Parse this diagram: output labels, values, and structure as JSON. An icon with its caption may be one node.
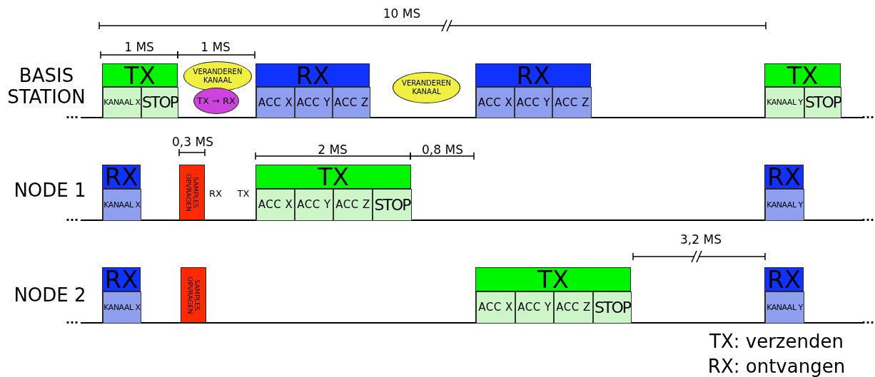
{
  "diagram": {
    "nodes": [
      {
        "text": [
          "TX"
        ]
      },
      {
        "text": [
          "KANAAL X"
        ],
        "in": 0
      },
      {
        "text": [
          "STOP"
        ],
        "in": 0
      },
      {
        "text": [
          "VERANDEREN KANAAL"
        ]
      },
      {
        "text": [
          "TX → RX"
        ]
      },
      {
        "text": [
          "RX"
        ]
      },
      {
        "text": [
          "ACC X"
        ],
        "in": 5
      },
      {
        "text": [
          "ACC Y"
        ],
        "in": 5
      },
      {
        "text": [
          "ACC Z"
        ],
        "in": 5
      },
      {
        "text": [
          "VERANDEREN KANAAL"
        ]
      },
      {
        "text": [
          "RX"
        ]
      },
      {
        "text": [
          "ACC X"
        ],
        "in": 10
      },
      {
        "text": [
          "ACC Y"
        ],
        "in": 10
      },
      {
        "text": [
          "ACC Z"
        ],
        "in": 10
      },
      {
        "text": [
          "TX"
        ]
      },
      {
        "text": [
          "KANAAL Y"
        ],
        "in": 14
      },
      {
        "text": [
          "STOP"
        ],
        "in": 14
      },
      {
        "text": [
          "RX"
        ]
      },
      {
        "text": [
          "KANAAL X"
        ],
        "in": 17
      },
      {
        "text": [
          "SAMPLES OPVRAGEN"
        ]
      },
      {
        "text": [
          "TX"
        ]
      },
      {
        "text": [
          "ACC X"
        ],
        "in": 20
      },
      {
        "text": [
          "ACC Y"
        ],
        "in": 20
      },
      {
        "text": [
          "ACC Z"
        ],
        "in": 20
      },
      {
        "text": [
          "STOP"
        ],
        "in": 20
      },
      {
        "text": [
          "RX"
        ]
      },
      {
        "text": [
          "KANAAL Y"
        ],
        "in": 25
      },
      {
        "text": [
          "RX"
        ]
      },
      {
        "text": [
          "KANAAL X"
        ],
        "in": 27
      },
      {
        "text": [
          "SAMPLES OPVRAGEN"
        ]
      },
      {
        "text": [
          "TX"
        ]
      },
      {
        "text": [
          "ACC X"
        ],
        "in": 30
      },
      {
        "text": [
          "ACC Y"
        ],
        "in": 30
      },
      {
        "text": [
          "ACC Z"
        ],
        "in": 30
      },
      {
        "text": [
          "STOP"
        ],
        "in": 30
      },
      {
        "text": [
          "RX"
        ]
      },
      {
        "text": [
          "KANAAL Y"
        ],
        "in": 35
      }
    ],
    "edges": [],
    "labels": [
      "10 MS",
      "1 MS",
      "1 MS",
      "BASIS STATION",
      "...",
      "...",
      "0,3 MS",
      "2 MS",
      "0,8 MS",
      "NODE 1",
      "RX",
      "TX",
      "...",
      "...",
      "3,2 MS",
      "NODE 2",
      "...",
      "...",
      "TX: verzenden",
      "RX: ontvangen"
    ]
  }
}
